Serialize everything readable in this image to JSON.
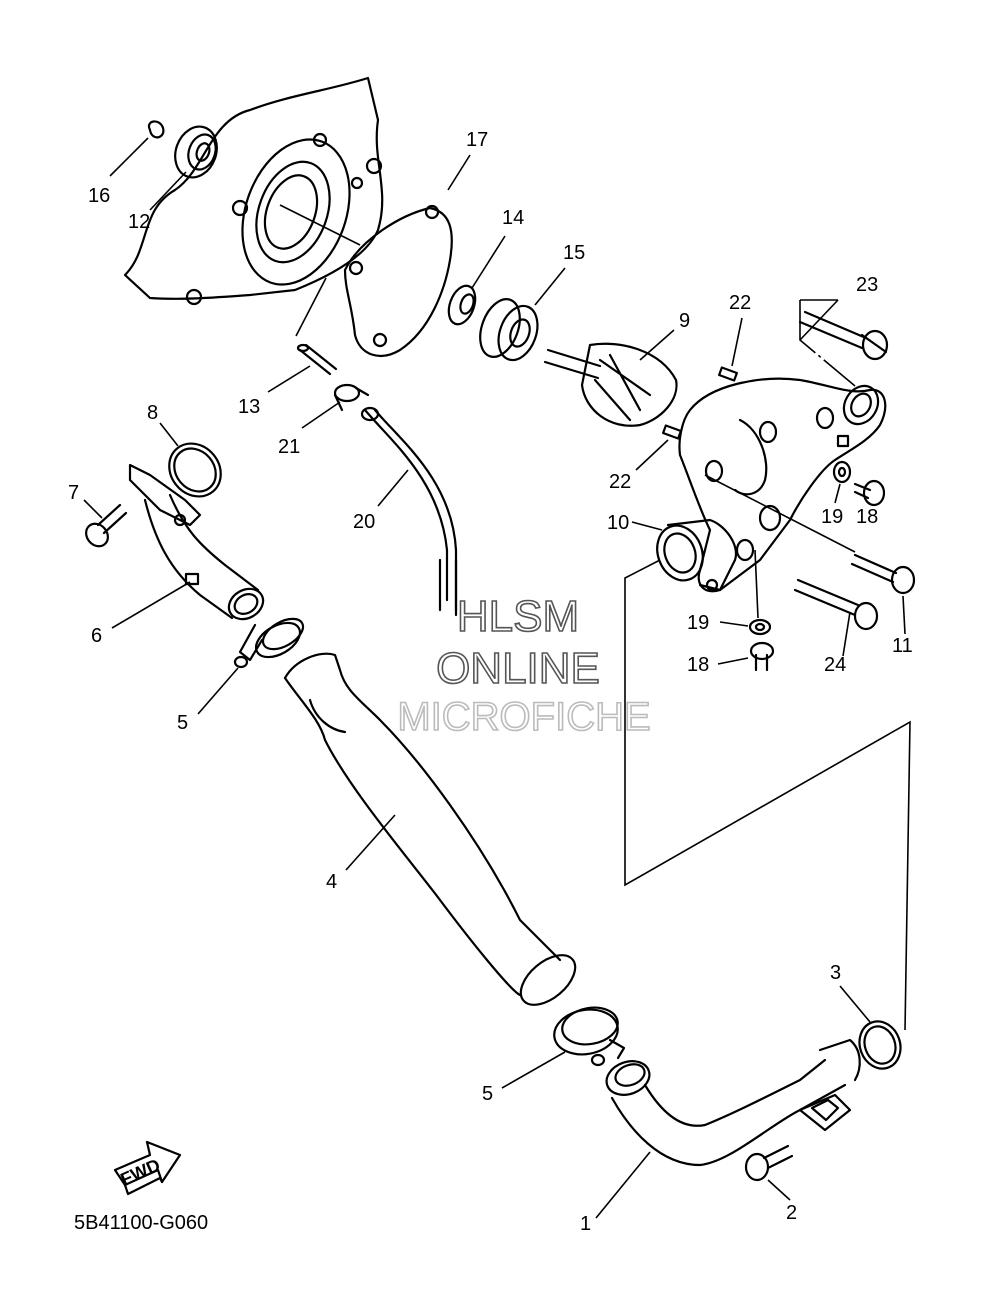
{
  "diagram": {
    "code": "5B41100-G060",
    "fwd_label": "FWD",
    "watermark": [
      "HLSM",
      "ONLINE",
      "MICROFICHE"
    ],
    "callouts": {
      "c1": "1",
      "c2": "2",
      "c3": "3",
      "c4": "4",
      "c5a": "5",
      "c5b": "5",
      "c6": "6",
      "c7": "7",
      "c8": "8",
      "c9": "9",
      "c10": "10",
      "c11": "11",
      "c12": "12",
      "c13": "13",
      "c14": "14",
      "c15": "15",
      "c16": "16",
      "c17": "17",
      "c18a": "18",
      "c18b": "18",
      "c19a": "19",
      "c19b": "19",
      "c20": "20",
      "c21": "21",
      "c22a": "22",
      "c22b": "22",
      "c23": "23",
      "c24": "24"
    }
  }
}
